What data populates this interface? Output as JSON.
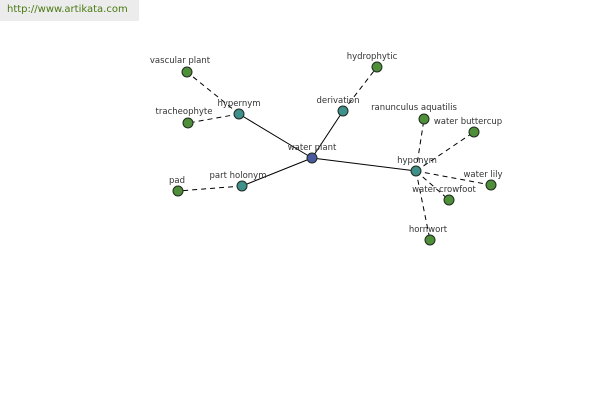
{
  "header": {
    "url": "http://www.artikata.com"
  },
  "colors": {
    "center": "#4a5aa0",
    "relation": "#3f8f8a",
    "leaf": "#4f8f3a"
  },
  "graph": {
    "center": {
      "id": "water_plant",
      "label": "water plant"
    },
    "relations": [
      {
        "id": "hypernym",
        "label": "hypernym",
        "children": [
          {
            "id": "vascular_plant",
            "label": "vascular plant"
          },
          {
            "id": "tracheophyte",
            "label": "tracheophyte"
          }
        ]
      },
      {
        "id": "derivation",
        "label": "derivation",
        "children": [
          {
            "id": "hydrophytic",
            "label": "hydrophytic"
          }
        ]
      },
      {
        "id": "part_holonym",
        "label": "part holonym",
        "children": [
          {
            "id": "pad",
            "label": "pad"
          }
        ]
      },
      {
        "id": "hyponym",
        "label": "hyponym",
        "children": [
          {
            "id": "ranunculus_aquatilis",
            "label": "ranunculus aquatilis"
          },
          {
            "id": "water_buttercup",
            "label": "water buttercup"
          },
          {
            "id": "water_lily",
            "label": "water lily"
          },
          {
            "id": "water_crowfoot",
            "label": "water crowfoot"
          },
          {
            "id": "hornwort",
            "label": "hornwort"
          }
        ]
      }
    ]
  }
}
